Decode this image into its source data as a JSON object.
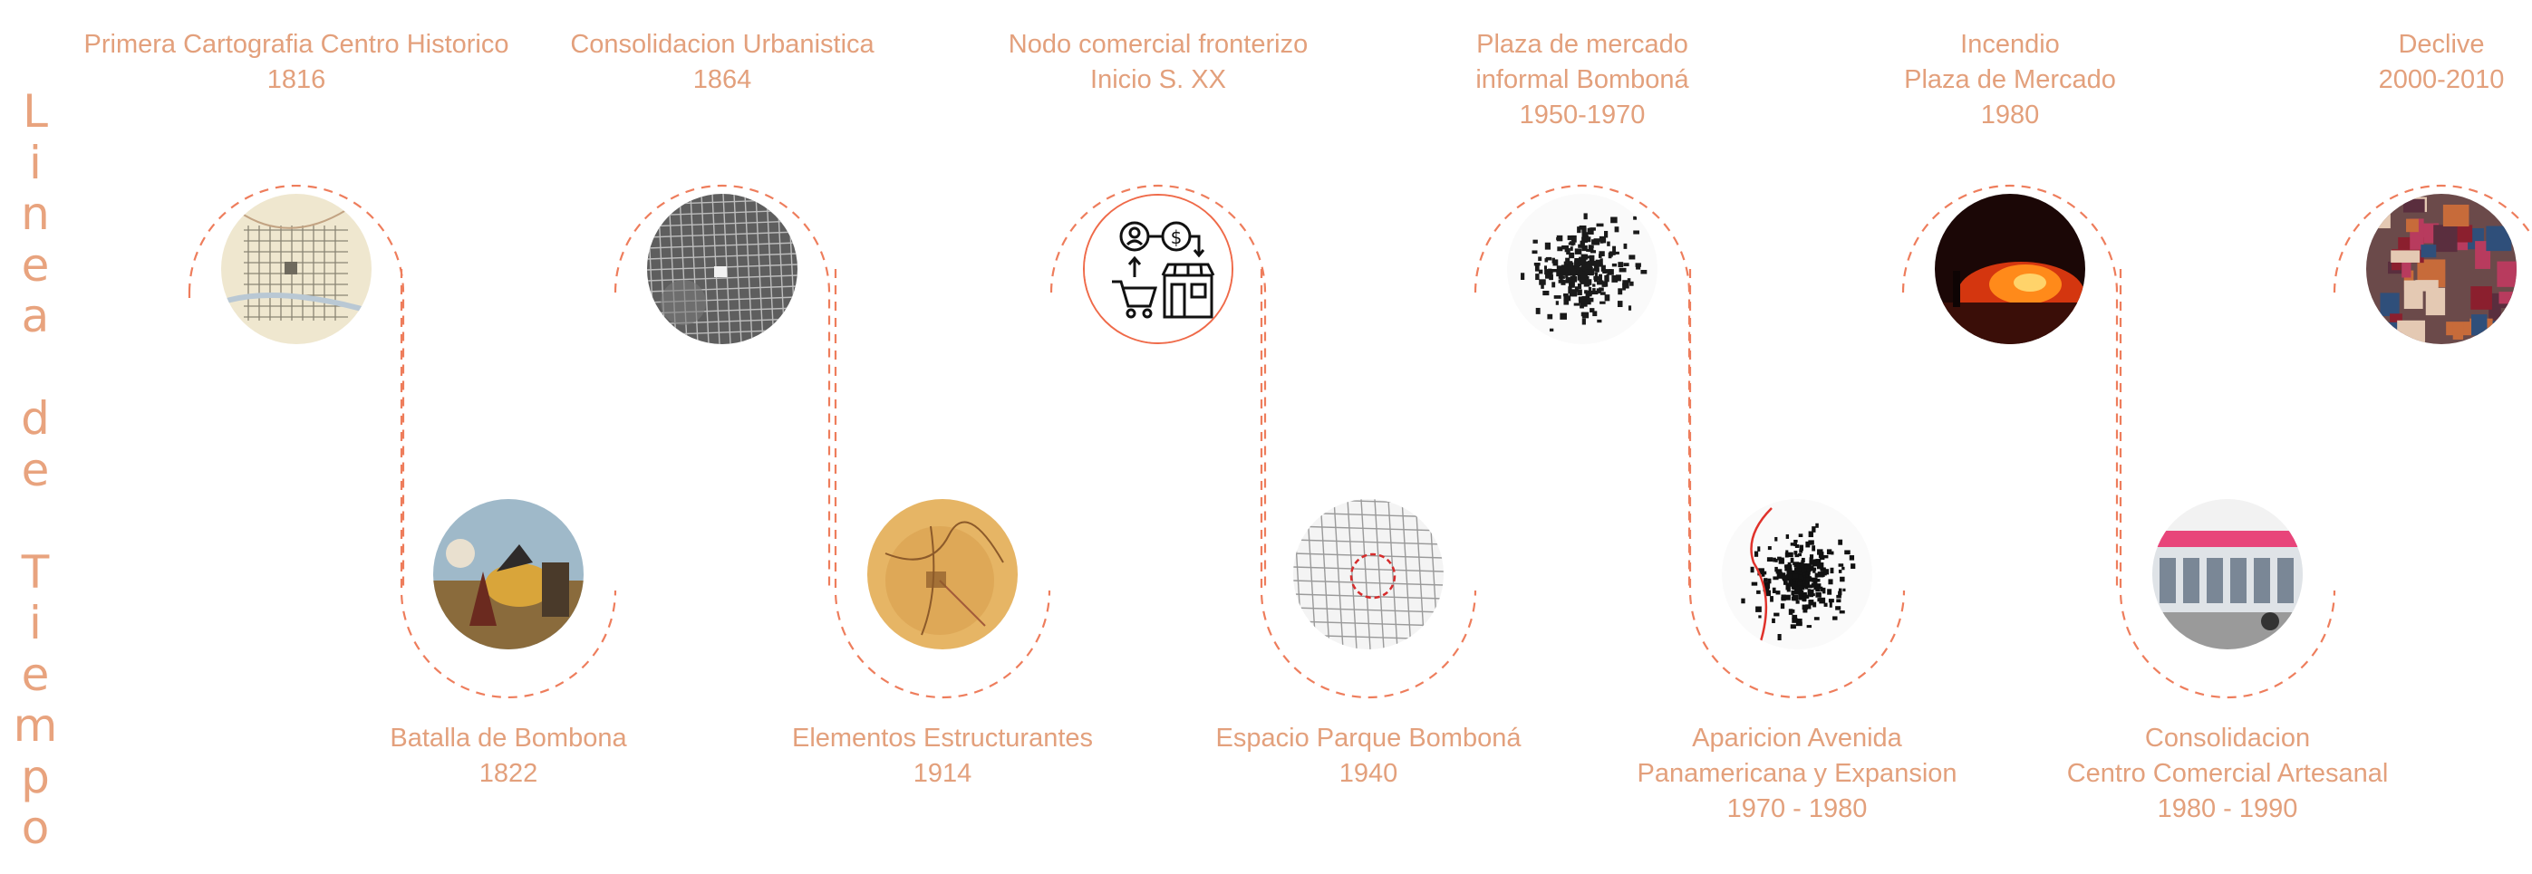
{
  "vertical_title": [
    "L",
    "i",
    "n",
    "e",
    "a",
    "",
    "d",
    "e",
    "",
    "T",
    "i",
    "e",
    "m",
    "p",
    "o"
  ],
  "colors": {
    "path": "#ee7d5c",
    "text": "#e3a07c",
    "vertical": "#e8a37e",
    "icon_ring": "#ef6a49"
  },
  "events": [
    {
      "id": "cartografia",
      "lines": [
        "Primera Cartografia Centro Historico",
        "1816"
      ],
      "image": "old-city-grid-map"
    },
    {
      "id": "batalla",
      "lines": [
        "Batalla de Bombona",
        "1822"
      ],
      "image": "battle-painting"
    },
    {
      "id": "consolidacion-urb",
      "lines": [
        "Consolidacion Urbanistica",
        "1864"
      ],
      "image": "bw-aerial-grid-map"
    },
    {
      "id": "elementos",
      "lines": [
        "Elementos Estructurantes",
        "1914"
      ],
      "image": "sepia-old-map"
    },
    {
      "id": "nodo",
      "lines": [
        "Nodo comercial fronterizo",
        "Inicio S. XX"
      ],
      "image": "commerce-exchange-icon"
    },
    {
      "id": "espacio",
      "lines": [
        "Espacio Parque Bomboná",
        "1940"
      ],
      "image": "street-map-red-circle"
    },
    {
      "id": "plaza-informal",
      "lines": [
        "Plaza de mercado",
        "informal Bomboná",
        "1950-1970"
      ],
      "image": "bw-city-fabric-map"
    },
    {
      "id": "avenida",
      "lines": [
        "Aparicion Avenida",
        "Panamericana y Expansion",
        "1970 - 1980"
      ],
      "image": "urban-sprawl-map"
    },
    {
      "id": "incendio",
      "lines": [
        "Incendio",
        "Plaza de Mercado",
        "1980"
      ],
      "image": "fire-photo"
    },
    {
      "id": "cc-artesanal",
      "lines": [
        "Consolidacion",
        "Centro Comercial Artesanal",
        "1980 - 1990"
      ],
      "image": "shopping-center-photo"
    },
    {
      "id": "declive",
      "lines": [
        "Declive",
        "2000-2010"
      ],
      "image": "market-stalls-photo"
    }
  ]
}
